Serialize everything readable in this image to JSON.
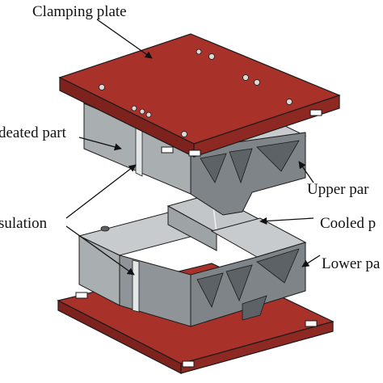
{
  "labels": {
    "clamping_plate": "Clamping plate",
    "heated_part": "deated part",
    "insulation": "sulation",
    "upper_part": "Upper par",
    "cooled_part": "Cooled p",
    "lower_part": "Lower pa"
  },
  "colors": {
    "plate": "#a8322a",
    "plate_dark": "#7d221d",
    "steel": "#a9aeb1",
    "steel_dark": "#7e8488",
    "steel_light": "#c7cbcd",
    "outline": "#1b1b1b"
  }
}
